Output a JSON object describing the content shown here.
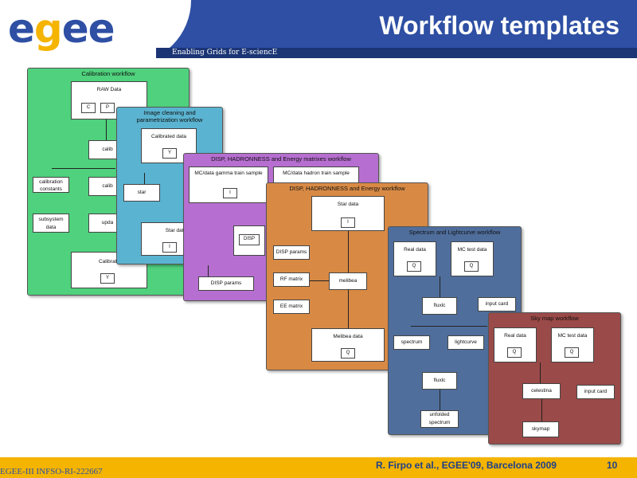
{
  "header": {
    "logo_text": "egee",
    "title": "Workflow templates",
    "tagline": "Enabling Grids for E-sciencE"
  },
  "footer": {
    "project_code": "EGEE-III INFSO-RI-222667",
    "citation": "R. Firpo et al., EGEE'09, Barcelona 2009",
    "page_number": "10"
  },
  "panels": {
    "calibration": {
      "title": "Calibration workflow",
      "color": "#4fd17d",
      "raw_data": "RAW Data",
      "doc_c": "C",
      "doc_p": "P",
      "calib_1": "calib",
      "calibration_constants": "calibration constants",
      "calib_2": "calib",
      "subsystem_data": "subsystem data",
      "update": "upda",
      "calibrated": "Calibrate",
      "doc_y": "Y"
    },
    "image_cleaning": {
      "title": "Image cleaning and parametrization workflow",
      "color": "#5ab3d0",
      "calibrated_data": "Calibrated data",
      "doc_y": "Y",
      "star": "star",
      "star_data": "Star data",
      "doc_i": "I"
    },
    "disp_matrixes": {
      "title": "DISP, HADRONNESS and Energy matrixes workflow",
      "color": "#b66fd0",
      "mc_gamma": "MC/data gamma train sample",
      "mc_hadron": "MC/data hadron train sample",
      "doc_i": "I",
      "disp": "DISP",
      "disp_params": "DISP params"
    },
    "disp_workflow": {
      "title": "DISP, HADRONNESS and Energy workflow",
      "color": "#d88a45",
      "star_data": "Star data",
      "doc_i": "I",
      "disp_params": "DISP params",
      "rf_matrix": "RF matrix",
      "ee_matrix": "EE matrix",
      "melibea": "melibea",
      "melibea_data": "Melibea data",
      "doc_q": "Q"
    },
    "spectrum": {
      "title": "Spectrum and Lightcurve workflow",
      "color": "#4f6e9c",
      "real_data": "Real data",
      "mc_test": "MC test data",
      "doc_q1": "Q",
      "doc_q2": "Q",
      "fluxlc_1": "fluxlc",
      "input_card": "input card",
      "spectrum": "spectrum",
      "lightcurve": "lightcurve",
      "fluxlc_2": "fluxlc",
      "unfolded": "unfolded spectrum"
    },
    "skymap": {
      "title": "Sky map workflow",
      "color": "#9a4a48",
      "real_data": "Real data",
      "mc_test": "MC test data",
      "doc_q1": "Q",
      "doc_q2": "Q",
      "celestina": "celestina",
      "input_card": "input card",
      "skymap": "skymap"
    }
  }
}
